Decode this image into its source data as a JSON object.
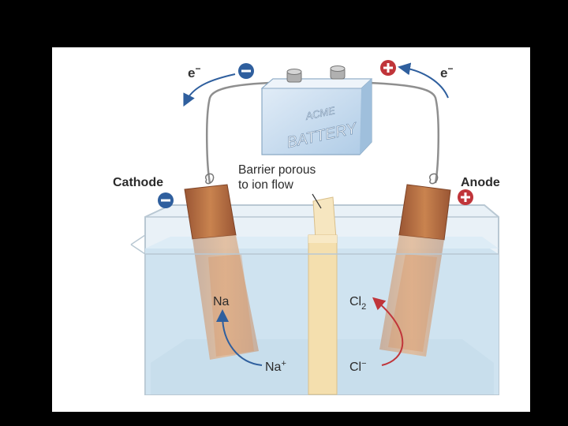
{
  "diagram": {
    "labels": {
      "cathode": "Cathode",
      "anode": "Anode",
      "barrier_line1": "Barrier porous",
      "barrier_line2": "to ion flow",
      "electron": "e",
      "electron_sup": "−",
      "battery_line1": "ACME",
      "battery_line2": "BATTERY",
      "na": "Na",
      "na_ion": "Na",
      "na_ion_sup": "+",
      "cl2_base": "Cl",
      "cl2_sub": "2",
      "cl_ion": "Cl",
      "cl_ion_sup": "−"
    },
    "colors": {
      "negative": "#2f5f9e",
      "positive": "#c0353a",
      "water": "#d3e6f1",
      "electrode": "#b5673a",
      "barrier": "#f4dfae",
      "battery": "#c9ddf0"
    }
  }
}
